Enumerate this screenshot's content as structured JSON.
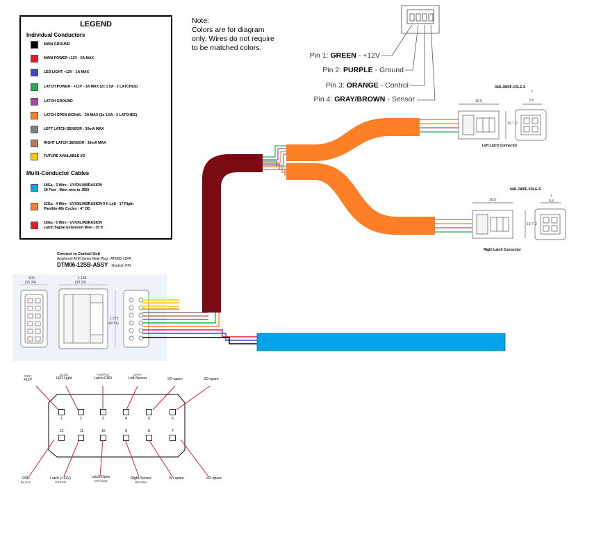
{
  "legend": {
    "title": "LEGEND",
    "individual_heading": "Individual Conductors",
    "conductors": [
      {
        "label": "MAIN GROUND",
        "color": "#000000"
      },
      {
        "label": "MAIN POWER +12V  - 5A MAX",
        "color": "#e31b23"
      },
      {
        "label": "LED LIGHT +12V   - 1A MAX",
        "color": "#3f48cc"
      },
      {
        "label": "LATCH POWER - +12V  - 3A MAX (2x 1.5A - 2 LATCHES)",
        "color": "#22b14c"
      },
      {
        "label": "LATCH GROUND",
        "color": "#a349a4"
      },
      {
        "label": "LATCH OPEN SIGNAL  - 3A MAX (2x 1.5A - 2 LATCHES)",
        "color": "#ff7f27"
      },
      {
        "label": "LEFT LATCH SENSOR  - 30mA MAX",
        "color": "#7f7f7f"
      },
      {
        "label": "RIGHT LATCH SENSOR  - 30mA MAX",
        "color": "#b97a57"
      },
      {
        "label": "FUTURE AVAILABLE I/O",
        "color": "#ffc90e"
      }
    ],
    "cables_heading": "Multi-Conductor Cables",
    "cables": [
      {
        "line1": "18Ga - 3 Wire - UV/OIL/ABRASION",
        "line2": "39 Feet - Main wire to J560",
        "color": "#00a2e8"
      },
      {
        "line1": "22Ga - 4 Wire - UV/OIL/ABRASION       9  ft Left -       17 Right",
        "line2": "Flexible 40k Cycles - 4\" OD",
        "color": "#ff7f27"
      },
      {
        "line1": "18Ga - 5 Wire - UV/OIL/ABRASION",
        "line2": "Latch Signal Extension Wire - 35 ft",
        "color": "#ed1c24"
      }
    ]
  },
  "note": {
    "heading": "Note:",
    "body": "Colors are for diagram only. Wires do not require to be matched colors."
  },
  "pins": [
    {
      "num": "Pin 1:",
      "name": "GREEN",
      "desc": "- +12V"
    },
    {
      "num": "Pin 2:",
      "name": "PURPLE",
      "desc": "- Ground"
    },
    {
      "num": "Pin 3:",
      "name": "ORANGE",
      "desc": "- Control"
    },
    {
      "num": "Pin 4:",
      "name": "GRAY/BROWN",
      "desc": "- Sensor"
    }
  ],
  "left_connector": {
    "part": "04R-JWPF-VSLE-S",
    "caption": "Left Latch Connector",
    "dims": [
      "16.5",
      "7",
      "5.5",
      "10.7",
      "2"
    ]
  },
  "right_connector": {
    "part": "04R-JWPF-VSLE-S",
    "caption": "Right Latch Connector",
    "dims": [
      "16.5",
      "7",
      "5.5",
      "10.7",
      "2"
    ]
  },
  "control_unit": {
    "heading": "Connect to Control Unit",
    "plug": "Amphenol ATM Series Male Plug",
    "plug_pn": "- ATM06-12PA",
    "deutsch": "DTM06-12SB-ASSY",
    "deutsch_note": "- Deutsch P/N",
    "dims": [
      ".600",
      "(15.24)",
      "1.185",
      "(30.10)",
      "1.575",
      "(40.01)"
    ]
  },
  "pinout_top": [
    {
      "color": "RED",
      "label": "+12V",
      "num": "1"
    },
    {
      "color": "BLUE",
      "label": "LED Light",
      "num": "2"
    },
    {
      "color": "PURPLE",
      "label": "Latch-GND",
      "num": "3"
    },
    {
      "color": "GRAY",
      "label": "Left-Sensor",
      "num": "4"
    },
    {
      "color": "",
      "label": "I/O-spare",
      "num": "5"
    },
    {
      "color": "",
      "label": "I/O-spare",
      "num": "6"
    }
  ],
  "pinout_bottom": [
    {
      "color": "BLACK",
      "label": "GND",
      "num": "12"
    },
    {
      "color": "GREEN",
      "label": "Latch (+12V)",
      "num": "11"
    },
    {
      "color": "ORANGE",
      "label": "Latch-Open",
      "num": "10"
    },
    {
      "color": "BROWN",
      "label": "Right-Sensor",
      "num": "9"
    },
    {
      "color": "",
      "label": "I/O-spare",
      "num": "8"
    },
    {
      "color": "",
      "label": "I/O-spare",
      "num": "7"
    }
  ],
  "colors": {
    "maroon_cable": "#7b0a12",
    "blue_cable": "#00a2e8",
    "orange_cable": "#ff7f27",
    "callout_red": "#e31b23"
  }
}
